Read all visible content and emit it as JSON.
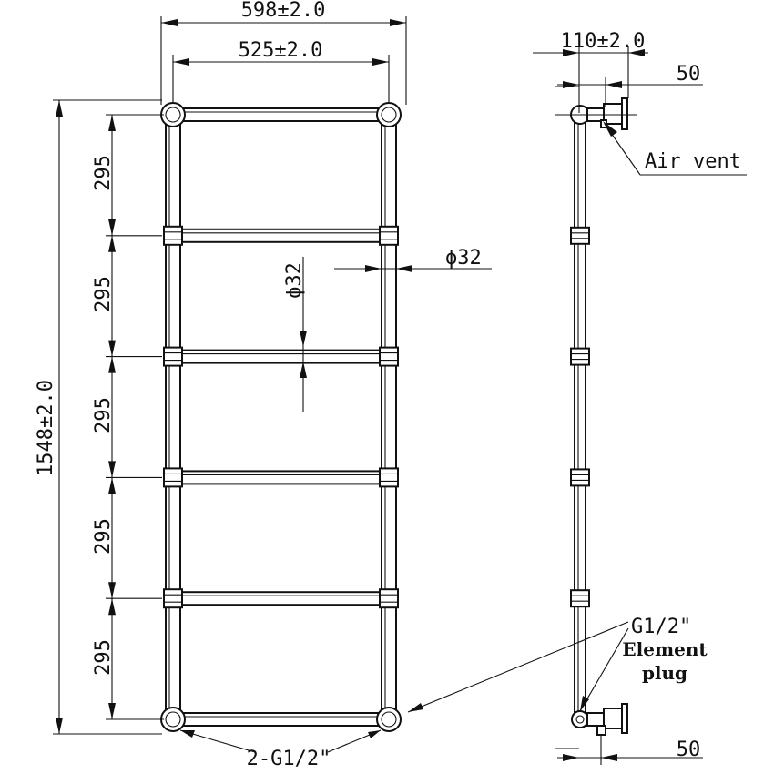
{
  "front_view": {
    "overall_width": "598±2.0",
    "center_width": "525±2.0",
    "overall_height": "1548±2.0",
    "spacings": [
      "295",
      "295",
      "295",
      "295",
      "295"
    ],
    "tube_diameter_vertical": "ϕ32",
    "tube_diameter_horizontal": "ϕ32",
    "bottom_connections": "2-G1/2\""
  },
  "side_view": {
    "projection": "110±2.0",
    "offset_top": "50",
    "offset_bottom": "50",
    "air_vent": "Air vent",
    "element_thread": "G1/2\"",
    "element_plug_line1": "Element",
    "element_plug_line2": "plug"
  }
}
